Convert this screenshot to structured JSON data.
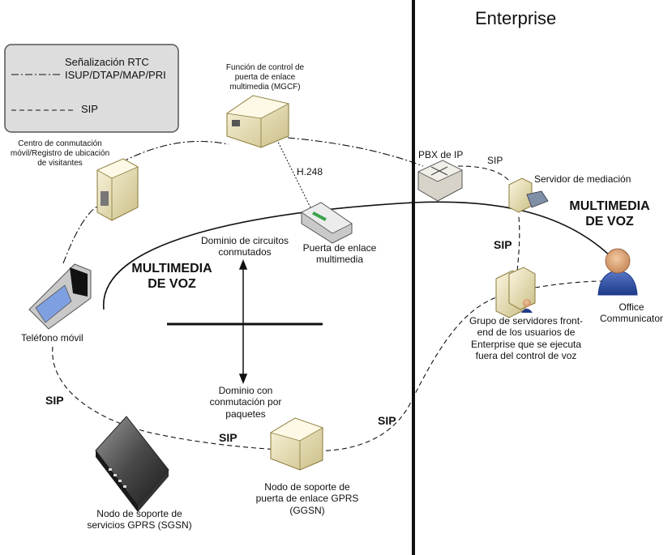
{
  "zone_title": "Enterprise",
  "legend": {
    "items": [
      {
        "line1": "Señalización RTC",
        "line2": "ISUP/DTAP/MAP/PRI",
        "style": "dash-dot"
      },
      {
        "line1": "SIP",
        "line2": "",
        "style": "dashed"
      }
    ]
  },
  "nodes": {
    "mgcf": "Función de control de puerta de enlace multimedia (MGCF)",
    "msc": "Centro de conmutación móvil/Registro de ubicación de visitantes",
    "gateway": "Puerta de enlace multimedia",
    "pbx": "PBX de IP",
    "mediation": "Servidor de mediación",
    "phone": "Teléfono móvil",
    "frontend": "Grupo de servidores front-end de los usuarios de Enterprise que se ejecuta fuera del control de voz",
    "communicator": "Office Communicator",
    "ggsn": "Nodo de soporte de puerta de enlace GPRS (GGSN)",
    "sgsn": "Nodo de soporte de servicios GPRS (SGSN)"
  },
  "domains": {
    "circuit": "Dominio de circuitos conmutados",
    "packet": "Dominio con conmutación por paquetes"
  },
  "link_labels": {
    "h248": "H.248",
    "sip": "SIP",
    "voice_multimedia": "MULTIMEDIA DE VOZ"
  },
  "colors": {
    "line": "#111111",
    "legend_bg": "#dddddd",
    "server": "#efe7c2",
    "pbx": "#d7d3c9"
  }
}
